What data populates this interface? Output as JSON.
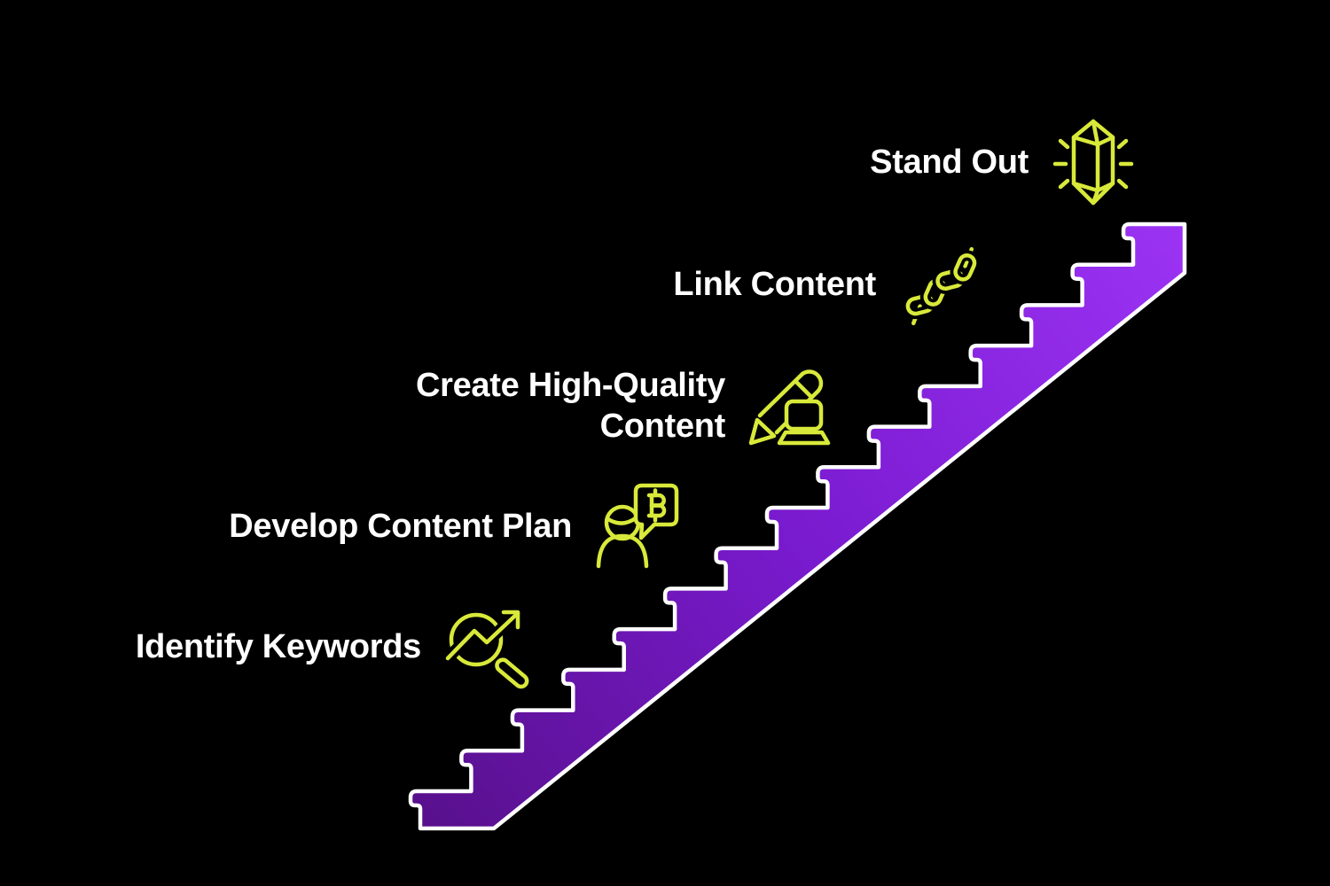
{
  "diagram": {
    "type": "staircase-infographic",
    "stair_steps": 15,
    "steps": [
      {
        "label": "Identify Keywords",
        "icon": "magnifier-trend-icon"
      },
      {
        "label": "Develop Content Plan",
        "icon": "person-speech-bitcoin-icon"
      },
      {
        "label": "Create High-Quality Content",
        "icon": "pencil-ink-icon"
      },
      {
        "label": "Link Content",
        "icon": "chain-link-icon"
      },
      {
        "label": "Stand Out",
        "icon": "gem-sparkle-icon"
      }
    ],
    "colors": {
      "background": "#000000",
      "text": "#ffffff",
      "icon_accent": "#d8e93a",
      "stair_outline": "#ffffff",
      "stair_gradient_start": "#58108c",
      "stair_gradient_mid": "#7a1bd0",
      "stair_gradient_end": "#9c33f4"
    }
  }
}
